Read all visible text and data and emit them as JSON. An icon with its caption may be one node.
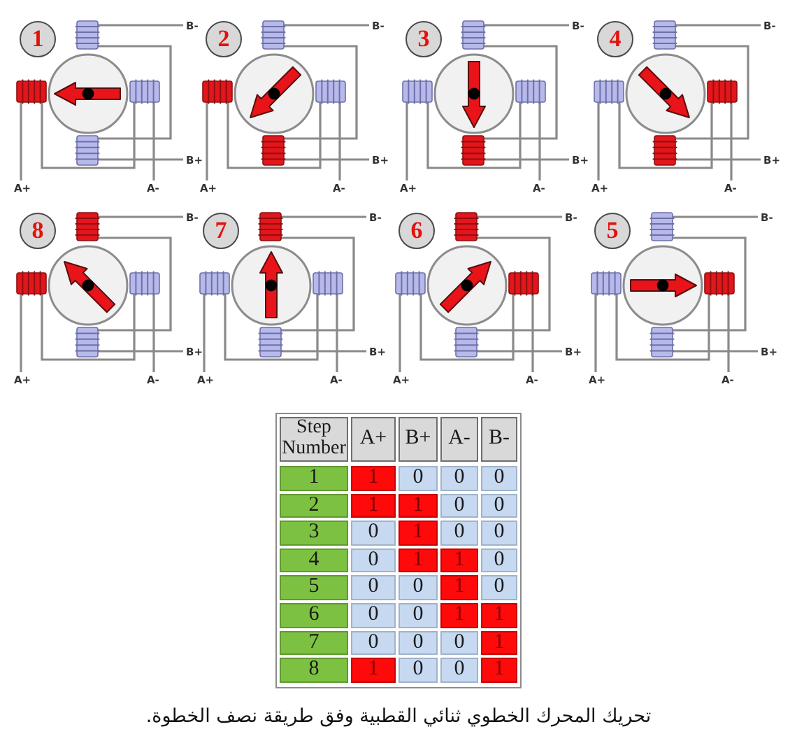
{
  "diagram": {
    "caption": "تحريك المحرك الخطوي ثنائي القطبية وفق طريقة نصف الخطوة.",
    "nodes": [
      {
        "text": [
          "1"
        ]
      },
      {
        "text": [
          "2"
        ]
      },
      {
        "text": [
          "3"
        ]
      },
      {
        "text": [
          "4"
        ]
      },
      {
        "text": [
          "8"
        ]
      },
      {
        "text": [
          "7"
        ]
      },
      {
        "text": [
          "6"
        ]
      },
      {
        "text": [
          "5"
        ]
      }
    ],
    "labels": [
      "B-",
      "B+",
      "A+",
      "A-",
      "B-",
      "B+",
      "A+",
      "A-",
      "B-",
      "B+",
      "A+",
      "A-",
      "B-",
      "B+",
      "A+",
      "A-",
      "B-",
      "B+",
      "A+",
      "A-",
      "B-",
      "B+",
      "A+",
      "A-",
      "B-",
      "B+",
      "A+",
      "A-",
      "B-",
      "B+",
      "A+",
      "A-",
      "Step Number",
      "A+",
      "B+",
      "A-",
      "B-",
      "1",
      "1",
      "0",
      "0",
      "0",
      "2",
      "1",
      "1",
      "0",
      "0",
      "3",
      "0",
      "1",
      "0",
      "0",
      "4",
      "0",
      "1",
      "1",
      "0",
      "5",
      "0",
      "0",
      "1",
      "0",
      "6",
      "0",
      "0",
      "1",
      "1",
      "7",
      "0",
      "0",
      "0",
      "1",
      "8",
      "1",
      "0",
      "0",
      "1"
    ]
  }
}
